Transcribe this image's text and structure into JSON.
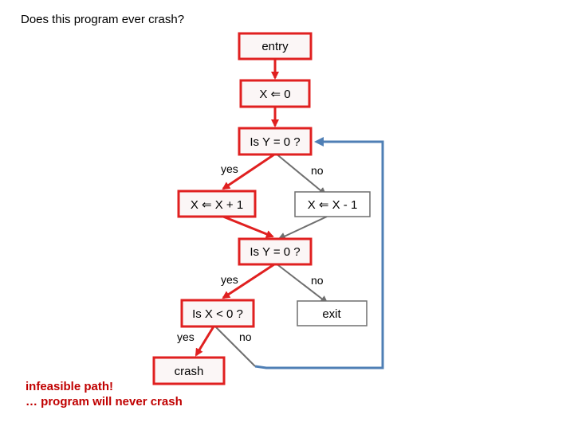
{
  "title": "Does this program ever crash?",
  "nodes": {
    "entry": "entry",
    "assign_zero": "X ⇐ 0",
    "check_y1": "Is Y = 0 ?",
    "increment": "X ⇐ X + 1",
    "decrement": "X ⇐ X - 1",
    "check_y2": "Is Y = 0 ?",
    "check_x": "Is X < 0 ?",
    "exit": "exit",
    "crash": "crash"
  },
  "edge_labels": {
    "y1_yes": "yes",
    "y1_no": "no",
    "y2_yes": "yes",
    "y2_no": "no",
    "x_yes": "yes",
    "x_no": "no"
  },
  "colors": {
    "path_red": "#e02020",
    "box_fill": "#fbf6f6",
    "loop_blue": "#4f7fb5",
    "arrow_gray": "#6f6f6f",
    "note_red": "#c00000"
  },
  "notes": {
    "line1": "infeasible path!",
    "line2": "… program will never crash"
  }
}
